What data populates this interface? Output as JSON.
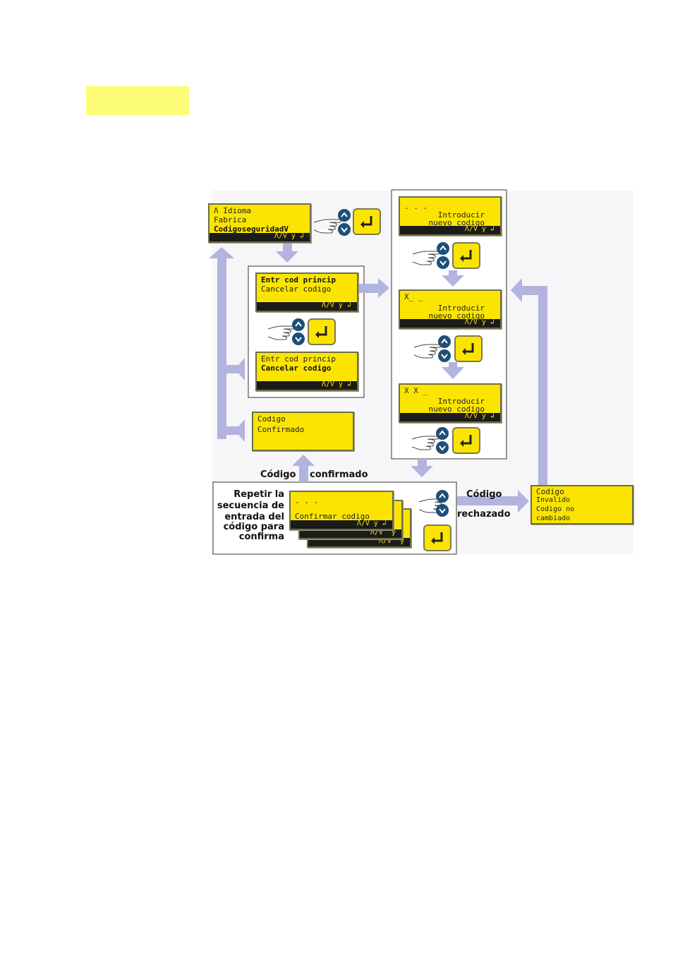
{
  "colors": {
    "arrow": "#b3b3e0",
    "lcd": "#fbe500",
    "button_blue": "#1e4f78",
    "button_yellow": "#fbe500"
  },
  "icons": [
    "hand-pointer-icon",
    "up-arrow-icon",
    "down-arrow-icon",
    "enter-key-icon"
  ],
  "menu": {
    "line1": "Λ Idioma",
    "line2": "Fabrica",
    "line3": "CodigoseguridadV",
    "bar": "Λ/V y ↲"
  },
  "main_code_1": {
    "line1": "Entr cod princip",
    "line2": "Cancelar codigo",
    "bar": "Λ/V y ↲"
  },
  "main_code_2": {
    "line1": "Entr cod princip",
    "line2": "Cancelar codigo",
    "bar": "Λ/V y ↲"
  },
  "confirmed_screen": {
    "line1": "Codigo",
    "line2": "Confirmado"
  },
  "new_code_1": {
    "code": "- - -",
    "line1": "Introducir",
    "line2": "nuevo codigo",
    "bar": "Λ/V y ↲"
  },
  "new_code_2": {
    "code": "X_ _",
    "line1": "Introducir",
    "line2": "nuevo codigo",
    "bar": "Λ/V y ↲"
  },
  "new_code_3": {
    "code": "X X _",
    "line1": "Introducir",
    "line2": "nuevo codigo",
    "bar": "Λ/V y ↲"
  },
  "confirm_screen": {
    "code": "- - -",
    "line1": "Confirmar codigo",
    "bar": "Λ/V y ↲",
    "bar2": "Λ/V  y",
    "bar3": "Λ/V  y"
  },
  "invalid_screen": {
    "line1": "Codigo",
    "line2": "Invalido",
    "line3": "Codigo no",
    "line4": "cambiado"
  },
  "labels": {
    "codigo_top": "Código",
    "confirmado": "confirmado",
    "codigo_right": "Código",
    "rechazado": "rechazado",
    "repeat": [
      "Repetir la",
      "secuencia de",
      "entrada del",
      "código para",
      "confirma"
    ]
  }
}
